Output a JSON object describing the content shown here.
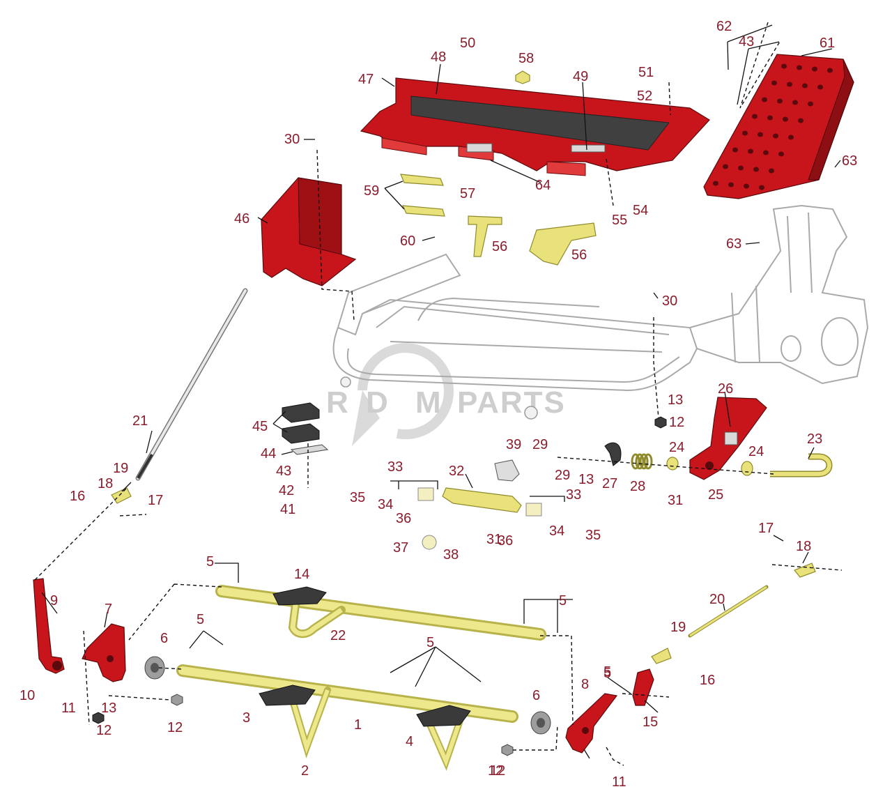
{
  "watermark": {
    "brand": "RDM PARTS",
    "letters": [
      "R",
      "D",
      "M"
    ],
    "word": "PARTS",
    "colors": {
      "logo": "#c9c9c9"
    }
  },
  "colors": {
    "callout_text": "#8b1c2c",
    "red_parts": "#c8151b",
    "yellow_parts": "#e9e27a",
    "frame": "#a9a9a9"
  },
  "callouts": [
    "1",
    "2",
    "3",
    "4",
    "5",
    "5",
    "5",
    "5",
    "5",
    "6",
    "6",
    "7",
    "8",
    "9",
    "10",
    "11",
    "11",
    "12",
    "12",
    "12",
    "12",
    "13",
    "13",
    "13",
    "14",
    "15",
    "16",
    "16",
    "17",
    "17",
    "18",
    "18",
    "19",
    "19",
    "20",
    "21",
    "22",
    "23",
    "24",
    "24",
    "25",
    "26",
    "27",
    "28",
    "29",
    "29",
    "30",
    "30",
    "31",
    "31",
    "32",
    "33",
    "33",
    "34",
    "34",
    "35",
    "35",
    "36",
    "36",
    "37",
    "38",
    "39",
    "41",
    "42",
    "43",
    "43",
    "44",
    "45",
    "46",
    "47",
    "48",
    "49",
    "50",
    "51",
    "52",
    "54",
    "55",
    "56",
    "56",
    "57",
    "58",
    "59",
    "60",
    "61",
    "62",
    "63",
    "63",
    "64",
    "5",
    "12"
  ]
}
